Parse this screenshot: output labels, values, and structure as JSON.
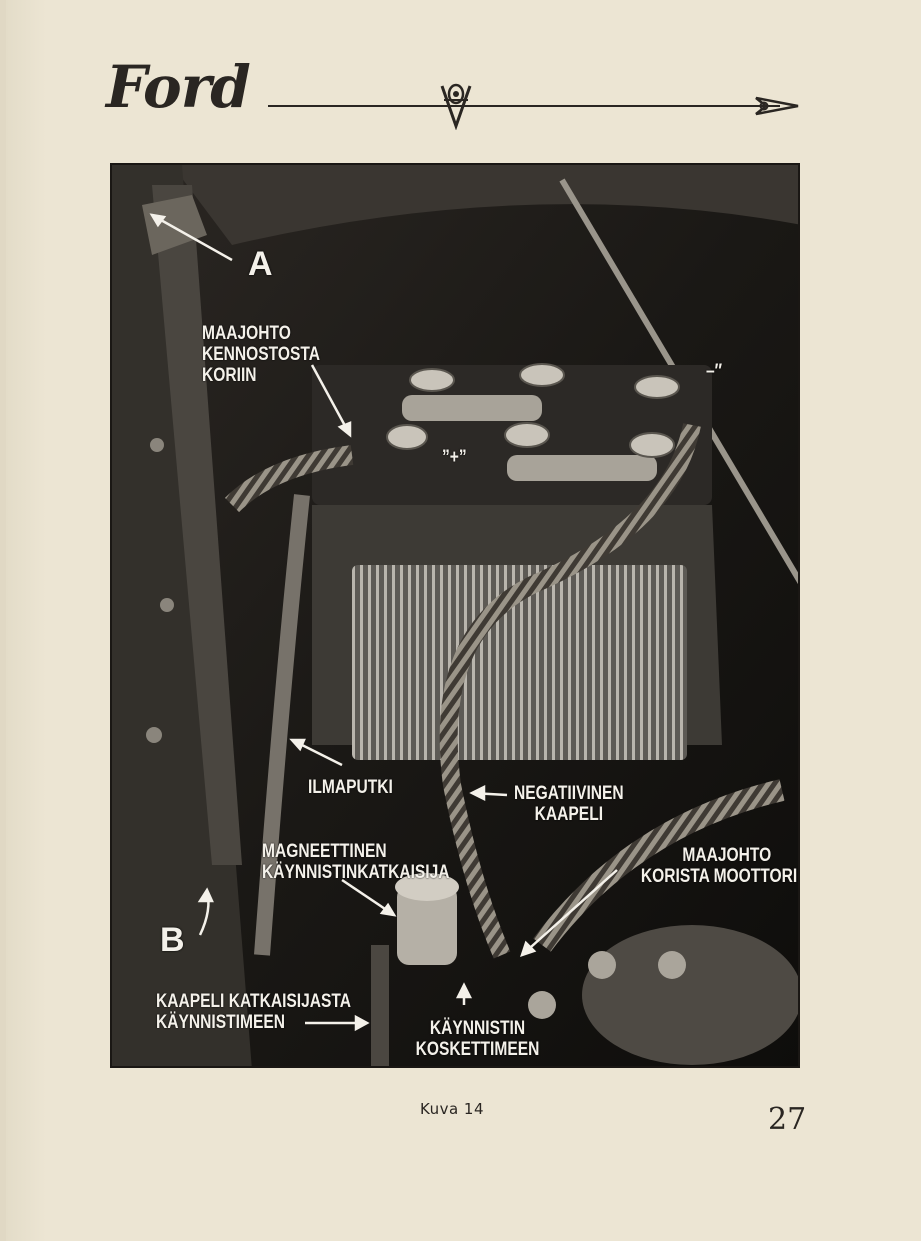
{
  "header": {
    "logo_text": "Ford"
  },
  "figure": {
    "labels": {
      "a": "A",
      "b": "B",
      "ground_cell_to_body": [
        "MAAJOHTO",
        "KENNOSTOSTA",
        "KORIIN"
      ],
      "negative_terminal": "–″",
      "positive_terminal": "”+”",
      "air_pipe": "ILMAPUTKI",
      "negative_cable": [
        "NEGATIIVINEN",
        "KAAPELI"
      ],
      "magnetic_starter_switch": [
        "MAGNEETTINEN",
        "KÄYNNISTINKATKAISIJA"
      ],
      "ground_body_to_engine": [
        "MAAJOHTO",
        "KORISTA MOOTTORIIN"
      ],
      "cable_switch_to_starter": [
        "KAAPELI KATKAISIJASTA",
        "KÄYNNISTIMEEN"
      ],
      "starter_contact": [
        "KÄYNNISTIN",
        "KOSKETTIMEEN"
      ]
    },
    "caption": "Kuva 14"
  },
  "footer": {
    "page_number": "27"
  },
  "colors": {
    "paper": "#ece5d3",
    "ink": "#2a2622",
    "photo_dark": "#151311",
    "label_white": "#f4f1ea"
  }
}
